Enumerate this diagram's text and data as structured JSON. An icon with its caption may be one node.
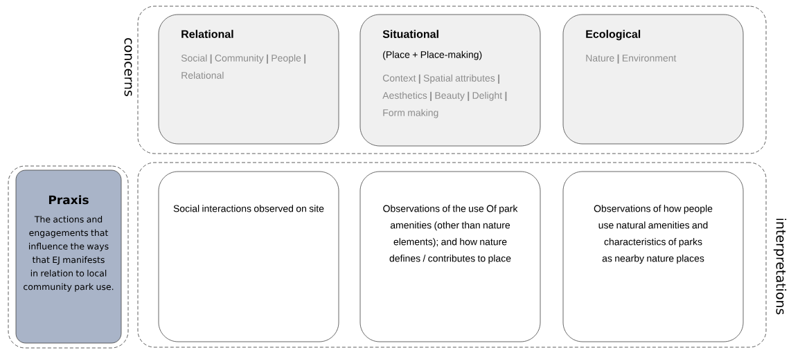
{
  "diagram": {
    "nodes": [
      {
        "text": [
          "concerns"
        ]
      },
      {
        "text": [
          "Relational",
          "Social **|** Community **|** People **|** Relational"
        ],
        "in": 0
      },
      {
        "text": [
          "Situational",
          "(Place + Place-making)",
          "Context **|** Spatial attributes **|** Aesthetics **|** Beauty **|** Delight **|** Form making"
        ],
        "in": 0
      },
      {
        "text": [
          "Ecological",
          "Nature **|** Environment"
        ],
        "in": 0
      },
      {
        "text": [],
        "shape": "box"
      },
      {
        "text": [
          "Praxis",
          "The actions and engagements that influence the ways that EJ manifests in relation to local community park use."
        ],
        "in": 4
      },
      {
        "text": [
          "interpretations"
        ]
      },
      {
        "text": [
          "Social interactions observed on site"
        ],
        "in": 6
      },
      {
        "text": [
          "Observations of the use Of park amenities (other than nature elements); and how nature defines / contributes to place"
        ],
        "in": 6
      },
      {
        "text": [
          "Observations of how people use natural amenities and characteristics of parks as nearby nature places"
        ],
        "in": 6
      }
    ]
  }
}
